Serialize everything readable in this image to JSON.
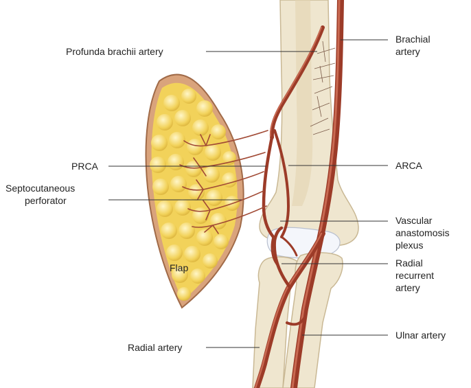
{
  "labels": {
    "profunda_brachii": "Profunda brachii artery",
    "brachial_line1": "Brachial",
    "brachial_line2": "artery",
    "prca": "PRCA",
    "arca": "ARCA",
    "septo_line1": "Septocutaneous",
    "septo_line2": "perforator",
    "vascular_line1": "Vascular",
    "vascular_line2": "anastomosis",
    "vascular_line3": "plexus",
    "radial_rec_line1": "Radial",
    "radial_rec_line2": "recurrent",
    "radial_rec_line3": "artery",
    "flap": "Flap",
    "radial_artery": "Radial artery",
    "ulnar_artery": "Ulnar artery"
  },
  "colors": {
    "artery": "#9c3b28",
    "bone": "#efe6cf",
    "flap_fat": "#f2d25a",
    "flap_skin": "#d9a37c"
  }
}
